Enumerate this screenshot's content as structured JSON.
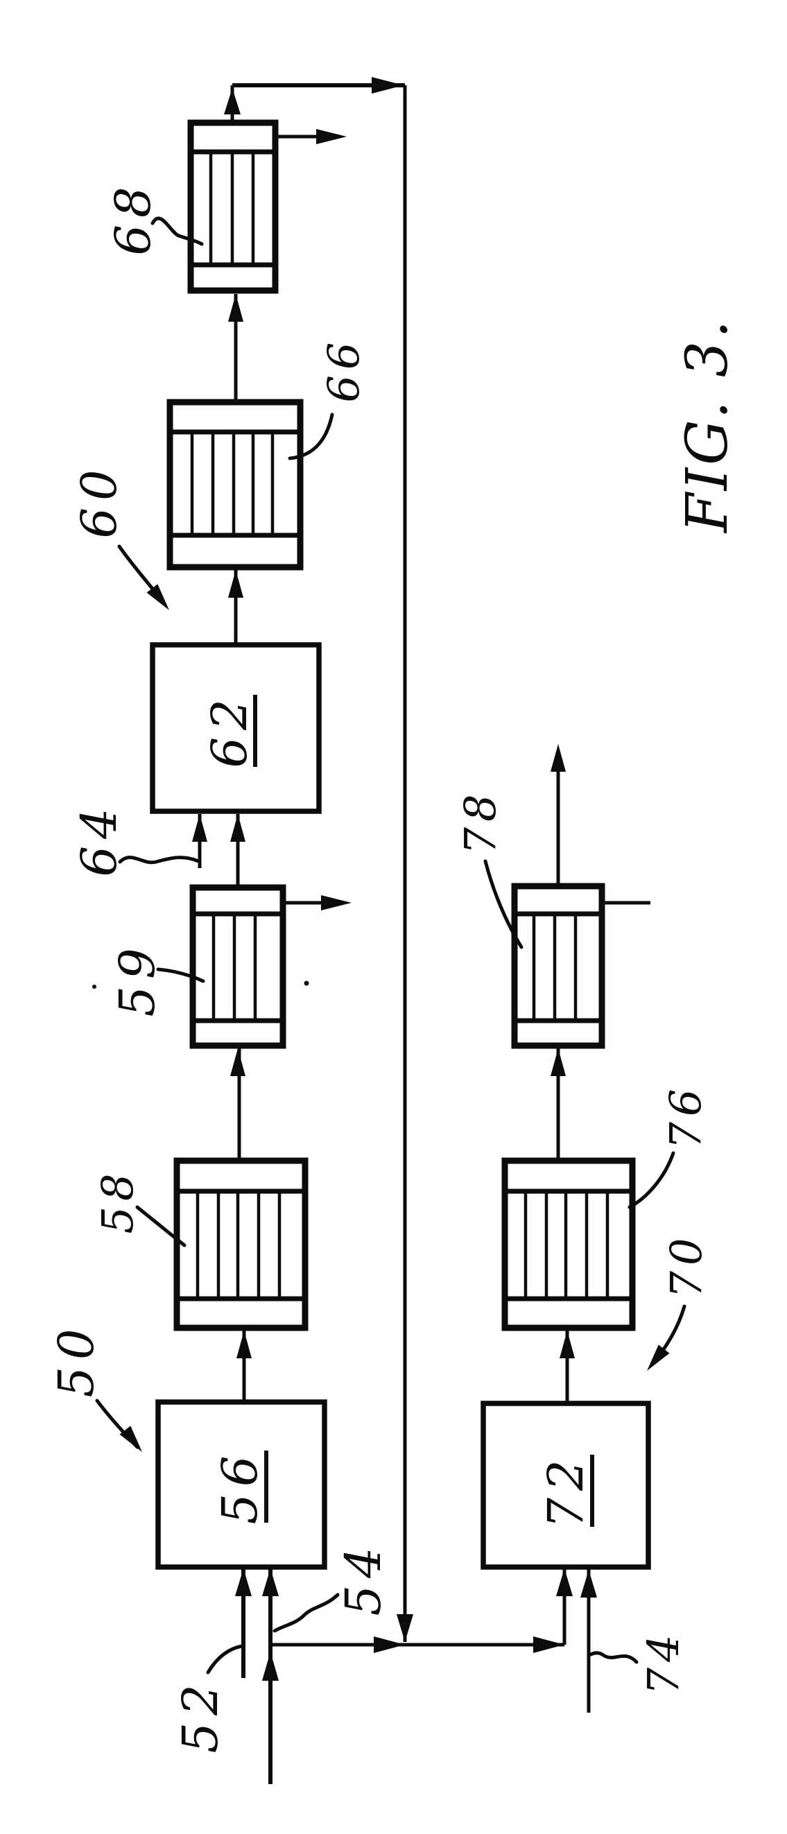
{
  "figure_title": "FIG. 3.",
  "colors": {
    "ink": "#0c0c0c",
    "paper": "#ffffff"
  },
  "reference_labels": {
    "50": "50",
    "52": "52",
    "54": "54",
    "56": "56",
    "58": "58",
    "59": "59",
    "60": "60",
    "62": "62",
    "64": "64",
    "66": "66",
    "68": "68",
    "70": "70",
    "72": "72",
    "74": "74",
    "76": "76",
    "78": "78"
  }
}
